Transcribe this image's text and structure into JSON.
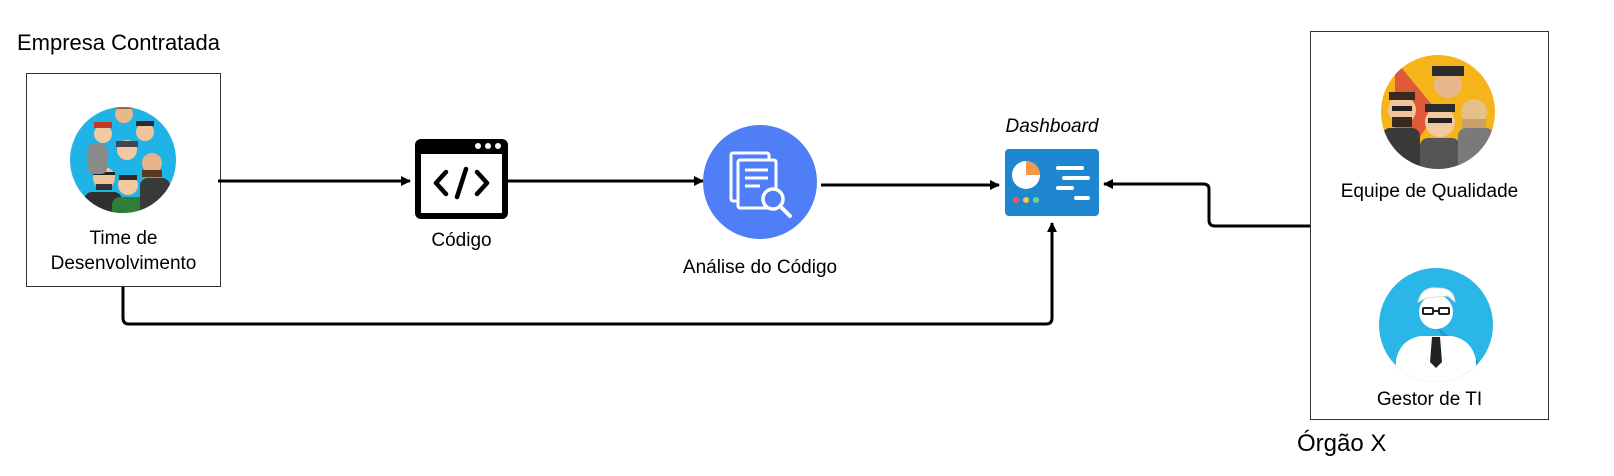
{
  "diagram": {
    "contractor_group": {
      "title": "Empresa Contratada"
    },
    "agency_group": {
      "title": "Órgão X"
    },
    "nodes": {
      "dev_team": {
        "line1": "Time de",
        "line2": "Desenvolvimento",
        "icon": "developer-team-avatar-icon"
      },
      "code": {
        "label": "Código",
        "icon": "code-window-icon"
      },
      "analysis": {
        "label": "Análise do Código",
        "icon": "document-search-icon"
      },
      "dashboard": {
        "label": "Dashboard",
        "icon": "dashboard-icon"
      },
      "quality_team": {
        "label": "Equipe de Qualidade",
        "icon": "quality-team-avatar-icon"
      },
      "it_manager": {
        "label": "Gestor de TI",
        "icon": "manager-avatar-icon"
      }
    },
    "colors": {
      "analysis_circle": "#4f7ef7",
      "dashboard_panel": "#1f86d0",
      "dev_team_bg": "#1fb3e6",
      "quality_team_bg": "#f4b41a",
      "it_manager_bg": "#2bb6e8",
      "edges": "#000000"
    }
  }
}
